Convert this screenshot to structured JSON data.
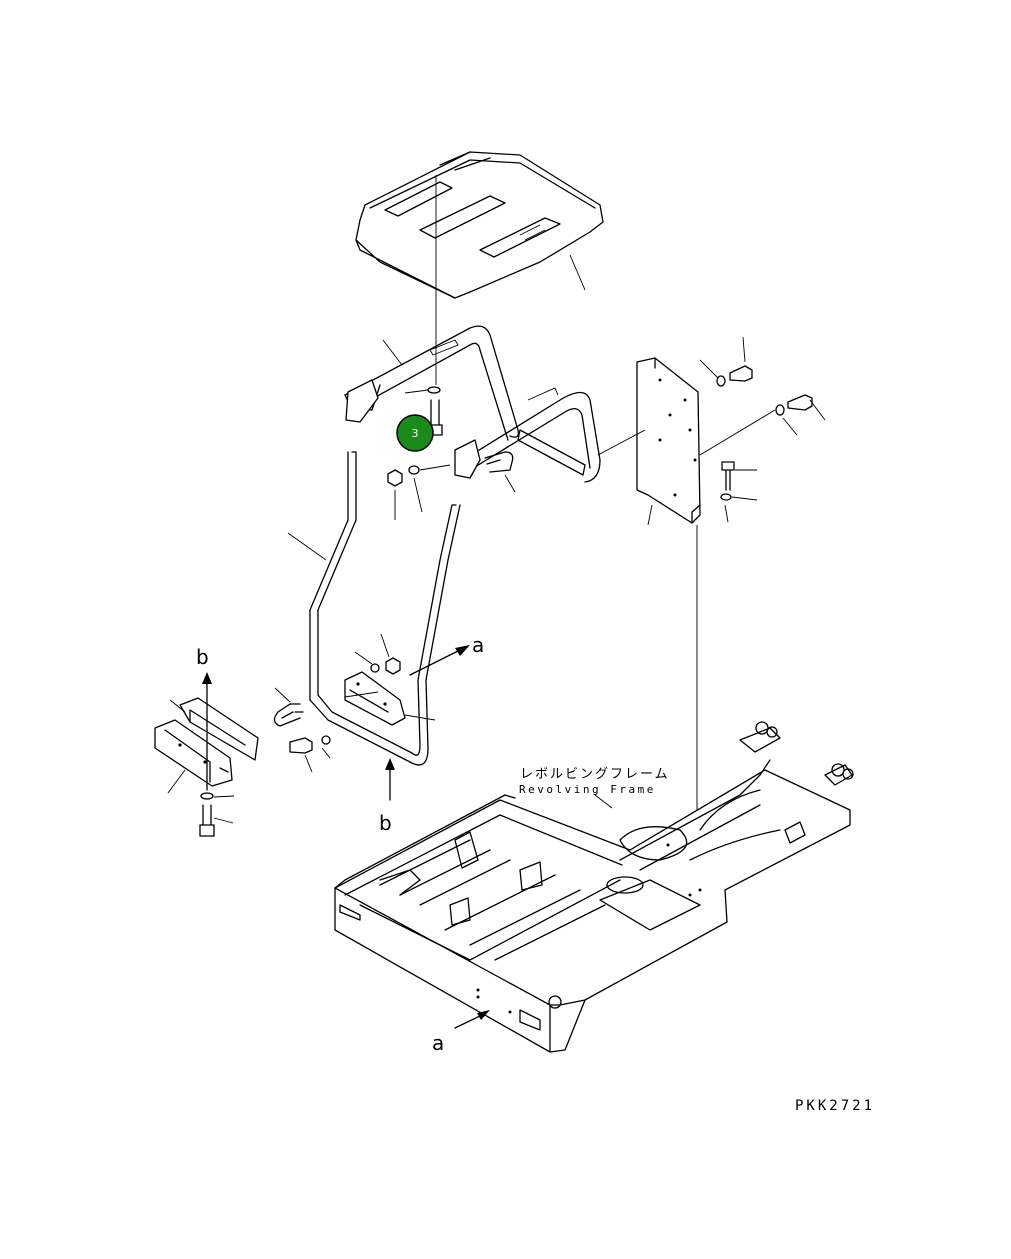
{
  "drawing": {
    "frame_label_jp": "レボルビングフレーム",
    "frame_label_en": "Revolving Frame",
    "drawing_code": "PKK2721",
    "view_label_a_top": "a",
    "view_label_a_bottom": "a",
    "view_label_b_top": "b",
    "view_label_b_bottom": "b",
    "callout_marker": {
      "number": "3",
      "color": "#1a8a1a"
    }
  }
}
